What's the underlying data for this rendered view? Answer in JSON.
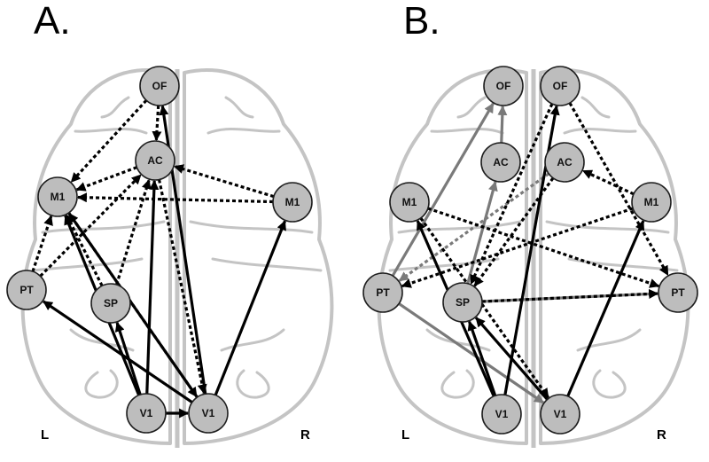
{
  "panels": [
    {
      "letter": "A.",
      "left_label": "L",
      "right_label": "R",
      "nodes": [
        {
          "id": "OF",
          "label": "OF"
        },
        {
          "id": "AC",
          "label": "AC"
        },
        {
          "id": "M1L",
          "label": "M1"
        },
        {
          "id": "M1R",
          "label": "M1"
        },
        {
          "id": "PT",
          "label": "PT"
        },
        {
          "id": "SP",
          "label": "SP"
        },
        {
          "id": "V1L",
          "label": "V1"
        },
        {
          "id": "V1R",
          "label": "V1"
        }
      ],
      "edges": [
        {
          "from": "V1R",
          "to": "OF",
          "style": "solid"
        },
        {
          "from": "V1R",
          "to": "M1R",
          "style": "solid"
        },
        {
          "from": "V1R",
          "to": "PT",
          "style": "solid"
        },
        {
          "from": "V1R",
          "to": "M1L",
          "style": "solid"
        },
        {
          "from": "V1L",
          "to": "V1R",
          "style": "solid"
        },
        {
          "from": "V1L",
          "to": "M1L",
          "style": "solid"
        },
        {
          "from": "V1L",
          "to": "SP",
          "style": "solid"
        },
        {
          "from": "V1L",
          "to": "AC",
          "style": "solid"
        },
        {
          "from": "OF",
          "to": "M1L",
          "style": "dotted"
        },
        {
          "from": "OF",
          "to": "AC",
          "style": "dotted"
        },
        {
          "from": "M1R",
          "to": "AC",
          "style": "dotted"
        },
        {
          "from": "M1R",
          "to": "M1L",
          "style": "dotted"
        },
        {
          "from": "AC",
          "to": "M1L",
          "style": "dotted"
        },
        {
          "from": "PT",
          "to": "M1L",
          "style": "dotted"
        },
        {
          "from": "PT",
          "to": "AC",
          "style": "dotted"
        },
        {
          "from": "SP",
          "to": "M1L",
          "style": "dotted"
        },
        {
          "from": "SP",
          "to": "AC",
          "style": "dotted"
        },
        {
          "from": "AC",
          "to": "V1R",
          "style": "dotted"
        },
        {
          "from": "M1L",
          "to": "V1R",
          "style": "dotted"
        }
      ]
    },
    {
      "letter": "B.",
      "left_label": "L",
      "right_label": "R",
      "nodes": [
        {
          "id": "OFL",
          "label": "OF"
        },
        {
          "id": "OFR",
          "label": "OF"
        },
        {
          "id": "ACL",
          "label": "AC"
        },
        {
          "id": "ACR",
          "label": "AC"
        },
        {
          "id": "M1L",
          "label": "M1"
        },
        {
          "id": "M1R",
          "label": "M1"
        },
        {
          "id": "PTL",
          "label": "PT"
        },
        {
          "id": "PTR",
          "label": "PT"
        },
        {
          "id": "SP",
          "label": "SP"
        },
        {
          "id": "V1L",
          "label": "V1"
        },
        {
          "id": "V1R",
          "label": "V1"
        }
      ],
      "edges": [
        {
          "from": "PTL",
          "to": "OFL",
          "style": "gray"
        },
        {
          "from": "ACL",
          "to": "OFL",
          "style": "gray"
        },
        {
          "from": "SP",
          "to": "ACL",
          "style": "gray"
        },
        {
          "from": "PTL",
          "to": "V1R",
          "style": "gray"
        },
        {
          "from": "SP",
          "to": "PTR",
          "style": "gray"
        },
        {
          "from": "ACR",
          "to": "PTL",
          "style": "dotted-gray"
        },
        {
          "from": "V1L",
          "to": "OFR",
          "style": "solid"
        },
        {
          "from": "V1L",
          "to": "M1L",
          "style": "solid"
        },
        {
          "from": "V1L",
          "to": "SP",
          "style": "solid"
        },
        {
          "from": "V1R",
          "to": "SP",
          "style": "solid"
        },
        {
          "from": "V1R",
          "to": "M1R",
          "style": "solid"
        },
        {
          "from": "M1R",
          "to": "PTL",
          "style": "dotted"
        },
        {
          "from": "M1L",
          "to": "PTR",
          "style": "dotted"
        },
        {
          "from": "OFR",
          "to": "PTR",
          "style": "dotted"
        },
        {
          "from": "M1R",
          "to": "ACR",
          "style": "dotted"
        },
        {
          "from": "ACR",
          "to": "SP",
          "style": "dotted"
        },
        {
          "from": "OFR",
          "to": "SP",
          "style": "dotted"
        },
        {
          "from": "SP",
          "to": "PTR",
          "style": "dotted"
        },
        {
          "from": "M1L",
          "to": "V1R",
          "style": "dotted"
        }
      ]
    }
  ],
  "colors": {
    "background": "#ffffff",
    "brain_outline": "#c4c4c4",
    "node_fill": "#bdbdbd",
    "node_stroke": "#1e1e1e",
    "solid_edge": "#000000",
    "gray_edge": "#7a7a7a",
    "label": "#111111"
  }
}
